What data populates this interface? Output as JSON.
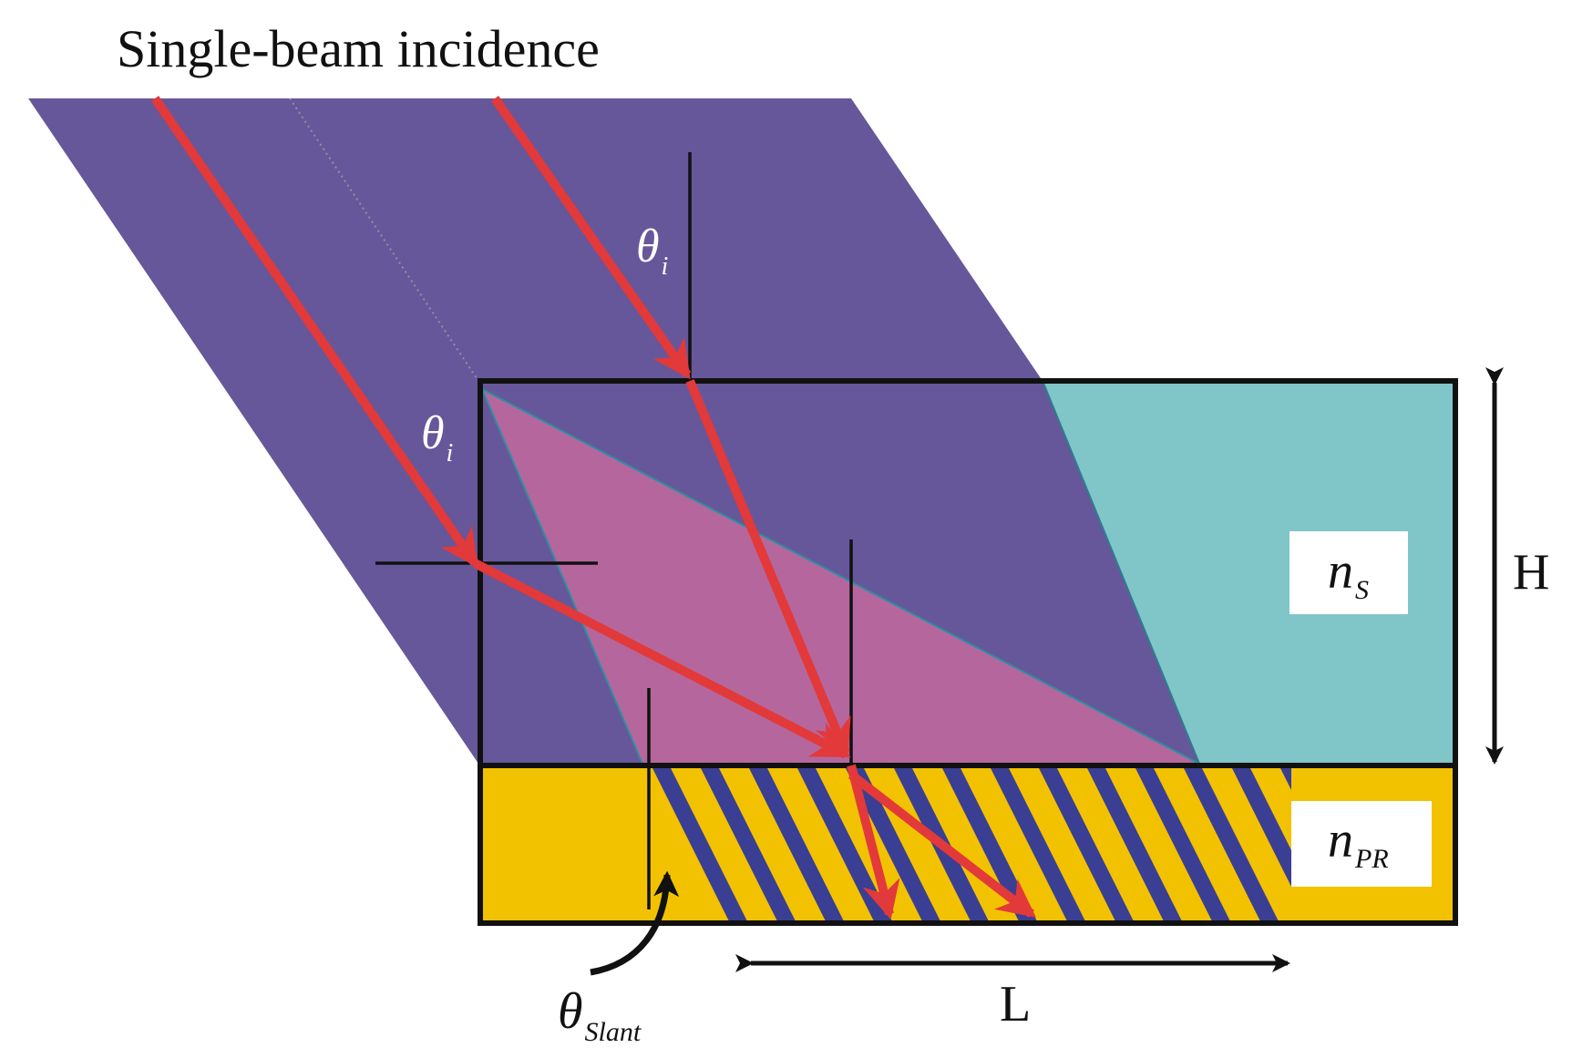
{
  "title": "Single-beam incidence",
  "labels": {
    "theta": "θ",
    "incidence_subscript": "i",
    "slant_subscript": "Slant",
    "n_substrate": "n",
    "n_substrate_subscript": "S",
    "n_polymer": "n",
    "n_polymer_subscript": "PR",
    "height": "H",
    "length": "L"
  },
  "colors": {
    "beam": "#66579a",
    "substrate": "#80c6c9",
    "interference_zone": "#b5679d",
    "photoresist": "#f2c200",
    "fringe_stripe": "#3a3f93",
    "ray": "#e2393a",
    "outline": "#111111",
    "label_box": "#ffffff"
  }
}
